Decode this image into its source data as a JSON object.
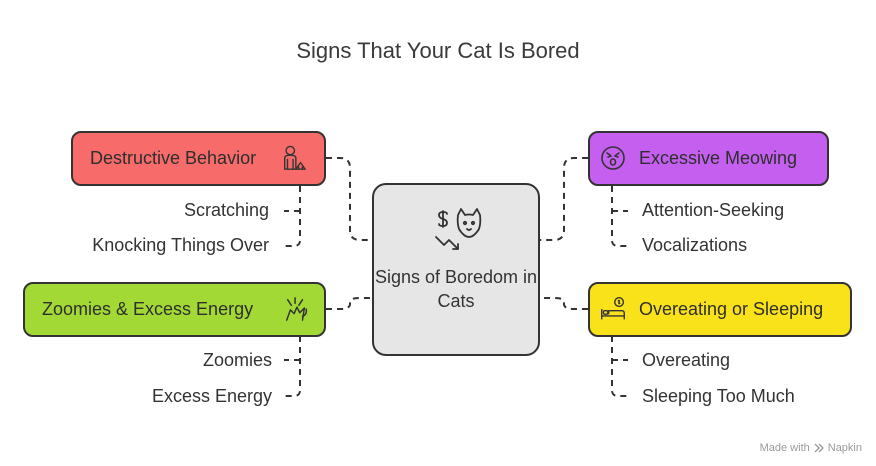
{
  "title": "Signs That Your Cat Is Bored",
  "center": {
    "label": "Signs of Boredom in Cats"
  },
  "branches": {
    "destructive": {
      "label": "Destructive Behavior",
      "color": "#f76b6b",
      "icon": "person-cat-icon",
      "items": [
        "Scratching",
        "Knocking Things Over"
      ]
    },
    "meowing": {
      "label": "Excessive Meowing",
      "color": "#c45ff0",
      "icon": "meowing-face-icon",
      "items": [
        "Attention-Seeking",
        "Vocalizations"
      ]
    },
    "zoomies": {
      "label": "Zoomies & Excess Energy",
      "color": "#a3d934",
      "icon": "energy-burst-icon",
      "items": [
        "Zoomies",
        "Excess Energy"
      ]
    },
    "overeating": {
      "label": "Overeating or Sleeping",
      "color": "#f9e21a",
      "icon": "bed-icon",
      "items": [
        "Overeating",
        "Sleeping Too Much"
      ]
    }
  },
  "footer": {
    "made_with": "Made with",
    "brand": "Napkin"
  }
}
